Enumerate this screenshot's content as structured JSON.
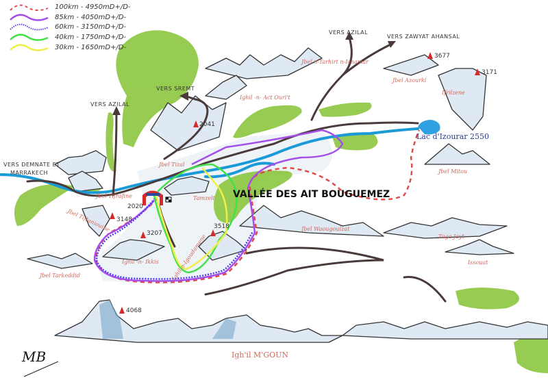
{
  "legend": [
    {
      "label": "100km - 4950mD+/D-",
      "color": "#e04a4a",
      "style": "dashed"
    },
    {
      "label": "85km - 4050mD+/D-",
      "color": "#a64ee8",
      "style": "solid"
    },
    {
      "label": "60km - 3150mD+/D-",
      "color": "#4b3bf0",
      "style": "dotted"
    },
    {
      "label": "40km - 1750mD+/D-",
      "color": "#44e04a",
      "style": "solid"
    },
    {
      "label": "30km - 1650mD+/D-",
      "color": "#f0ef4a",
      "style": "solid"
    }
  ],
  "directions": {
    "azilal_top": "VERS AZILAL",
    "zawyat": "VERS ZAWYAT AHANSAL",
    "srempt": "VERS SREMT",
    "azilal_left": "VERS AZILAL",
    "demnate": "VERS DEMNATE ET",
    "demnate2": "MARRAKECH"
  },
  "peaks": {
    "tirhirt": "Jbel n-Tarhirt n-Ichamar",
    "act_ouri": "Ighil -n- Act Ouri't",
    "azourki": "Jbel Azourki",
    "ifrilzene": "Ifrilzene",
    "tizal": "Jbel Tizal",
    "tifrafine": "Jbel Tifrafine",
    "tiftaniouine": "Jbel Tiftaniouine",
    "tarkeddid": "Jbel Tarkeddid",
    "ikkis": "Ighil -n- Ikkis",
    "igoudamene": "Ighil-n-Igoudamene",
    "tamzelt": "Tamzelt",
    "waougoulzat": "Jbel Waougoulzat",
    "tagajayt": "Taga Jayt",
    "issouat": "Issouat",
    "mitou": "Jbel Mitou",
    "mgoun": "Igh'il M'GOUN"
  },
  "altitudes": {
    "a3677": "3677",
    "a3171": "3171",
    "a2041": "2041",
    "a2020": "2020",
    "a3148": "3148",
    "a3207": "3207",
    "a3518": "3518",
    "a4068": "4068"
  },
  "lake": "Lac d'Izourar 2550",
  "valley": "VALLÉE DES AIT BOUGUEMEZ",
  "signature": "MB",
  "colors": {
    "river": "#1a9ad6",
    "road": "#4a3a3a",
    "forest": "#8cc63f",
    "peak_marker": "#d42a2a",
    "valley_fill": "#eef3f8"
  }
}
